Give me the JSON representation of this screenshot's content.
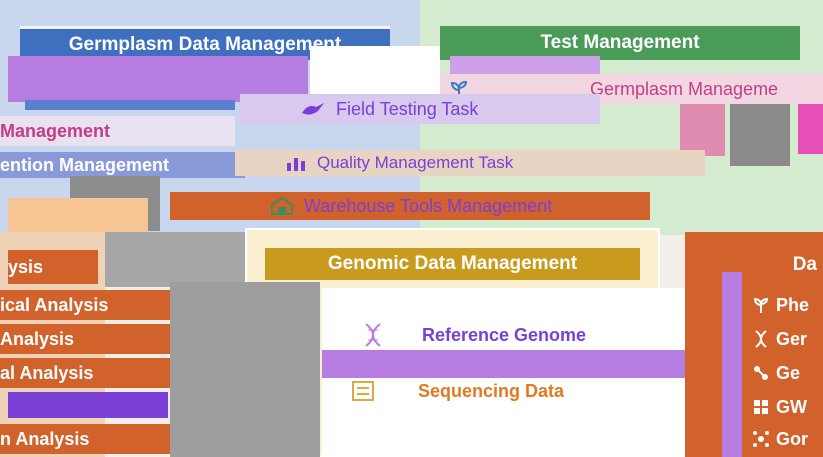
{
  "panels": {
    "germplasm_data": {
      "title": "Germplasm Data Management"
    },
    "test": {
      "title": "Test Management"
    },
    "genomic": {
      "title": "Genomic Data Management"
    },
    "right": {
      "title": "Da"
    }
  },
  "test_menu": {
    "items": [
      {
        "label": "Germplasm Manageme"
      },
      {
        "label": "Field Testing Task"
      },
      {
        "label": "Quality Management Task"
      },
      {
        "label": "Warehouse Tools Management"
      }
    ]
  },
  "left_fragments": {
    "management": "Management",
    "ention_management": "ention Management",
    "ysis": "ysis"
  },
  "analysis_items": [
    {
      "label": "ical Analysis"
    },
    {
      "label": "Analysis"
    },
    {
      "label": "al Analysis"
    },
    {
      "label": "n Analysis"
    }
  ],
  "genomic_items": [
    {
      "label": "Reference Genome"
    },
    {
      "label": "Sequencing Data"
    }
  ],
  "right_items": [
    {
      "label": "Phe"
    },
    {
      "label": "Ger"
    },
    {
      "label": "Ge"
    },
    {
      "label": "GW"
    },
    {
      "label": "Gor"
    }
  ],
  "colors": {
    "blue_panel": "#3f6fbf",
    "green_panel": "#4a9b57",
    "orange_panel": "#d1622b",
    "gold_panel": "#c89a1e",
    "purple_accent": "#b77ce0",
    "magenta_text": "#c43d86",
    "link_purple": "#7a3fd6",
    "link_orange": "#e07a1f"
  }
}
